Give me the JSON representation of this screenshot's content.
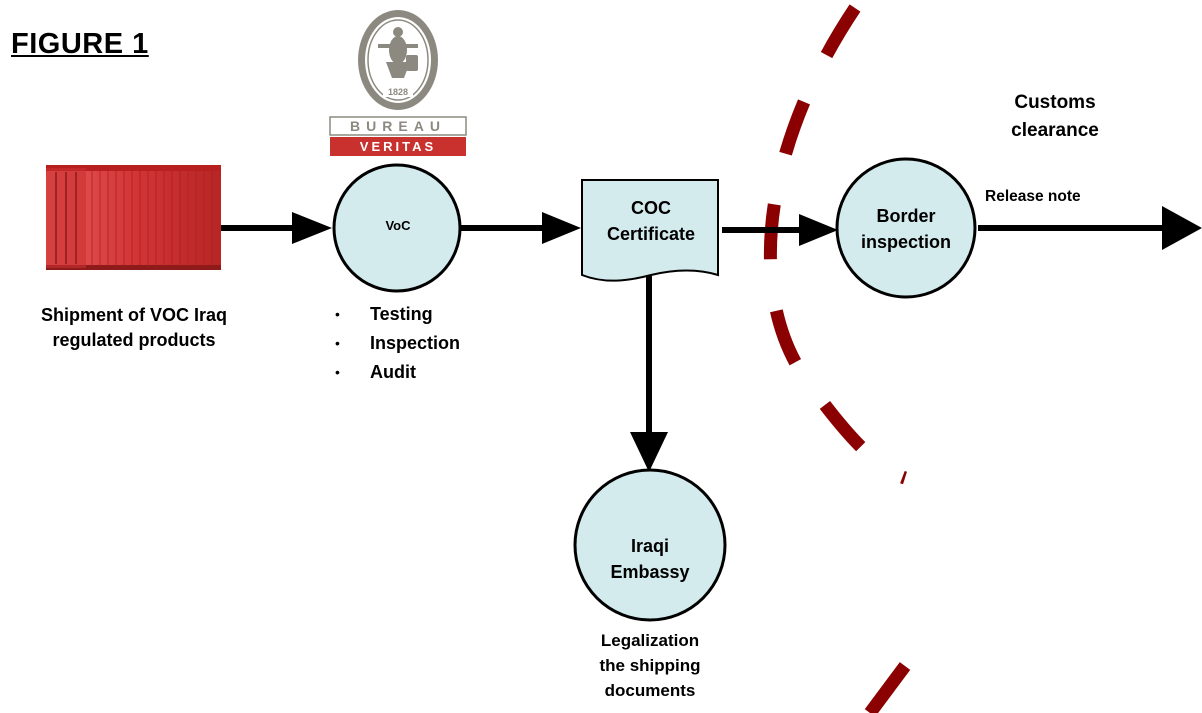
{
  "figure": {
    "title": "FIGURE 1"
  },
  "shipment": {
    "caption_line1": "Shipment of VOC Iraq",
    "caption_line2": "regulated products"
  },
  "voc_node": {
    "label": "VoC"
  },
  "activities": [
    "Testing",
    "Inspection",
    "Audit"
  ],
  "bullet_symbol": "•",
  "coc_node": {
    "line1": "COC",
    "line2": "Certificate"
  },
  "border_node": {
    "line1": "Border",
    "line2": "inspection"
  },
  "embassy_node": {
    "line1": "Iraqi",
    "line2": "Embassy"
  },
  "legalization": {
    "line1": "Legalization",
    "line2": "the shipping",
    "line3": "documents"
  },
  "customs": {
    "line1": "Customs",
    "line2": "clearance"
  },
  "release_note": "Release note",
  "logo": {
    "year": "1828",
    "ring_text": "BUREAU VERITAS",
    "word1": "BUREAU",
    "word2": "VERITAS"
  },
  "colors": {
    "node_fill": "#d4ebee",
    "boundary": "#8b0000",
    "container": "#d63a3a",
    "logo_gray": "#8c8a80",
    "logo_red": "#c8312e"
  }
}
